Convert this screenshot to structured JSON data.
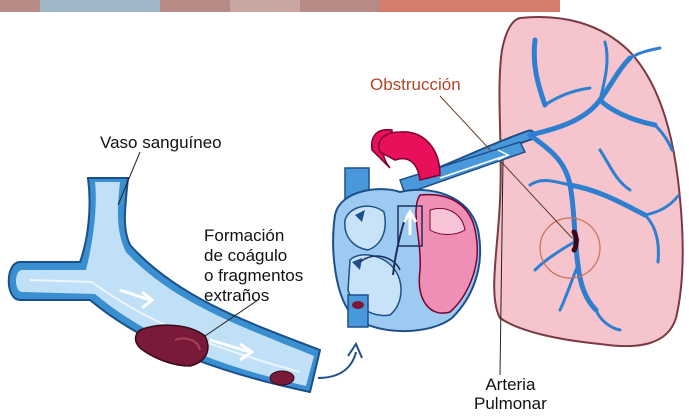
{
  "labels": {
    "vessel": "Vaso sanguíneo",
    "clot": [
      "Formación",
      "de coágulo",
      "o fragmentos",
      "extraños"
    ],
    "obstruction": "Obstrucción",
    "artery": [
      "Arteria",
      "Pulmonar"
    ]
  },
  "colors": {
    "vessel_wall": "#3a8fd0",
    "vessel_lumen": "#bfe0f6",
    "heart": "#e8105a",
    "lung": "#f6c4cc",
    "pulmonary_artery": "#2e7fcf",
    "clot": "#7a1a3a",
    "obstruction_label": "#b2472a"
  }
}
